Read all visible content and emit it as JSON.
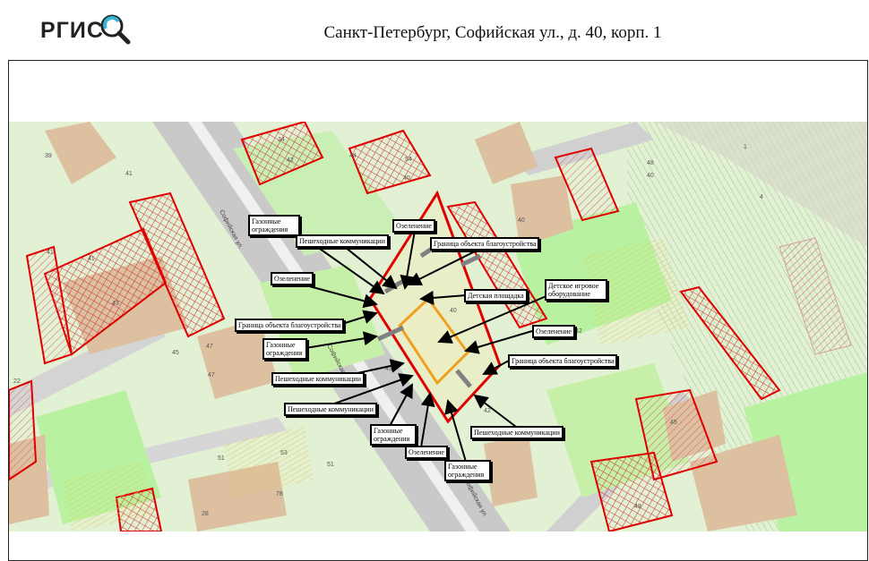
{
  "header": {
    "logo_text": "РГИС",
    "address": "Санкт-Петербург, Софийская ул., д. 40, корп. 1"
  },
  "map": {
    "street_labels": [
      "Софийская ул.",
      "Софийская ул.",
      "Софийская ул."
    ],
    "house_numbers": [
      "39",
      "41",
      "41",
      "41",
      "43",
      "45",
      "47",
      "47",
      "42",
      "40",
      "40",
      "40",
      "54",
      "34",
      "44",
      "1",
      "48",
      "45",
      "40",
      "4",
      "42",
      "43",
      "49",
      "51",
      "51",
      "53",
      "22",
      "78",
      "28",
      "42"
    ],
    "colors": {
      "background": "#e2f0d3",
      "green": "#b8f2a0",
      "road": "#c9c9c9",
      "building": "#dcc0a0",
      "boundary": "#e00000",
      "playground": "#f0a020",
      "paths": "#808080"
    }
  },
  "labels": {
    "gazon_1": "Газонные ограждения",
    "peshe_1": "Пешеходные коммуникации",
    "ozel_1": "Озеленение",
    "granica_1": "Граница объекта благоустройства",
    "ozel_2": "Озеленение",
    "det_pl": "Детская площадка",
    "det_ob": "Детское игровое оборудование",
    "granica_2": "Граница объекта благоустройства",
    "gazon_2": "Газонные ограждения",
    "ozel_3": "Озеленение",
    "granica_3": "Граница объекта благоустройства",
    "peshe_2": "Пешеходные коммуникации",
    "peshe_3": "Пешеходные коммуникации",
    "gazon_3": "Газонные ограждения",
    "ozel_4": "Озеленение",
    "peshe_4": "Пешеходные коммуникации",
    "gazon_4": "Газонные ограждения"
  }
}
